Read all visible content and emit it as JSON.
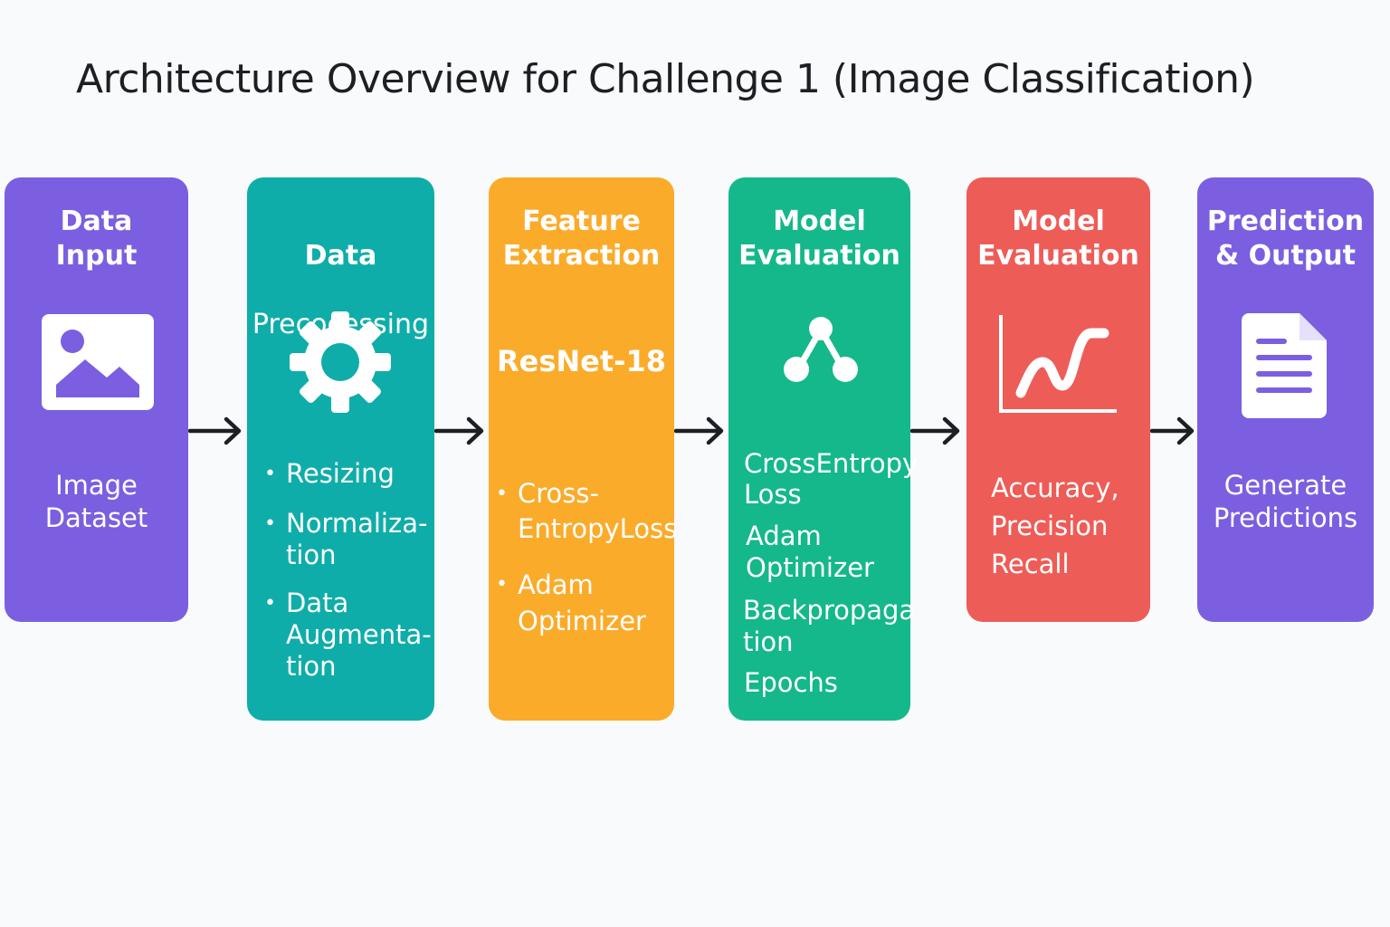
{
  "title": "Architecture Overview for Challenge 1 (Image Classification)",
  "colors": {
    "data_input": "#7b5fe0",
    "preprocessing": "#0fada9",
    "feature_extraction": "#fbab2a",
    "model_training": "#14b88b",
    "model_evaluation": "#ee5c57",
    "prediction": "#7b5fe0",
    "arrow": "#1d1f24"
  },
  "stages": {
    "data_input": {
      "heading": "Data\nInput",
      "icon": "image-icon",
      "caption": "Image\nDataset"
    },
    "preprocessing": {
      "heading": "Data",
      "subheading": "Precocessing",
      "icon": "gear-icon",
      "bullets": [
        "Resizing",
        "Normaliza-\ntion",
        "Data\nAugmenta-\ntion"
      ]
    },
    "feature_extraction": {
      "heading": "Feature\nExtraction",
      "model": "ResNet-18",
      "bullets": [
        "Cross-\nEntropyLoss",
        "Adam\nOptimizer"
      ]
    },
    "model_training": {
      "heading": "Model\nEvaluation",
      "icon": "network-icon",
      "items": [
        "CrossEntropy\nLoss",
        "Adam\nOptimizer",
        "Backpropaga\ntion",
        "Epochs"
      ]
    },
    "model_evaluation": {
      "heading": "Model\nEvaluation",
      "icon": "line-chart-icon",
      "metrics": "Accuracy,\nPrecision\nRecall"
    },
    "prediction": {
      "heading": "Prediction\n& Output",
      "icon": "document-icon",
      "caption": "Generate\nPredictions"
    }
  }
}
